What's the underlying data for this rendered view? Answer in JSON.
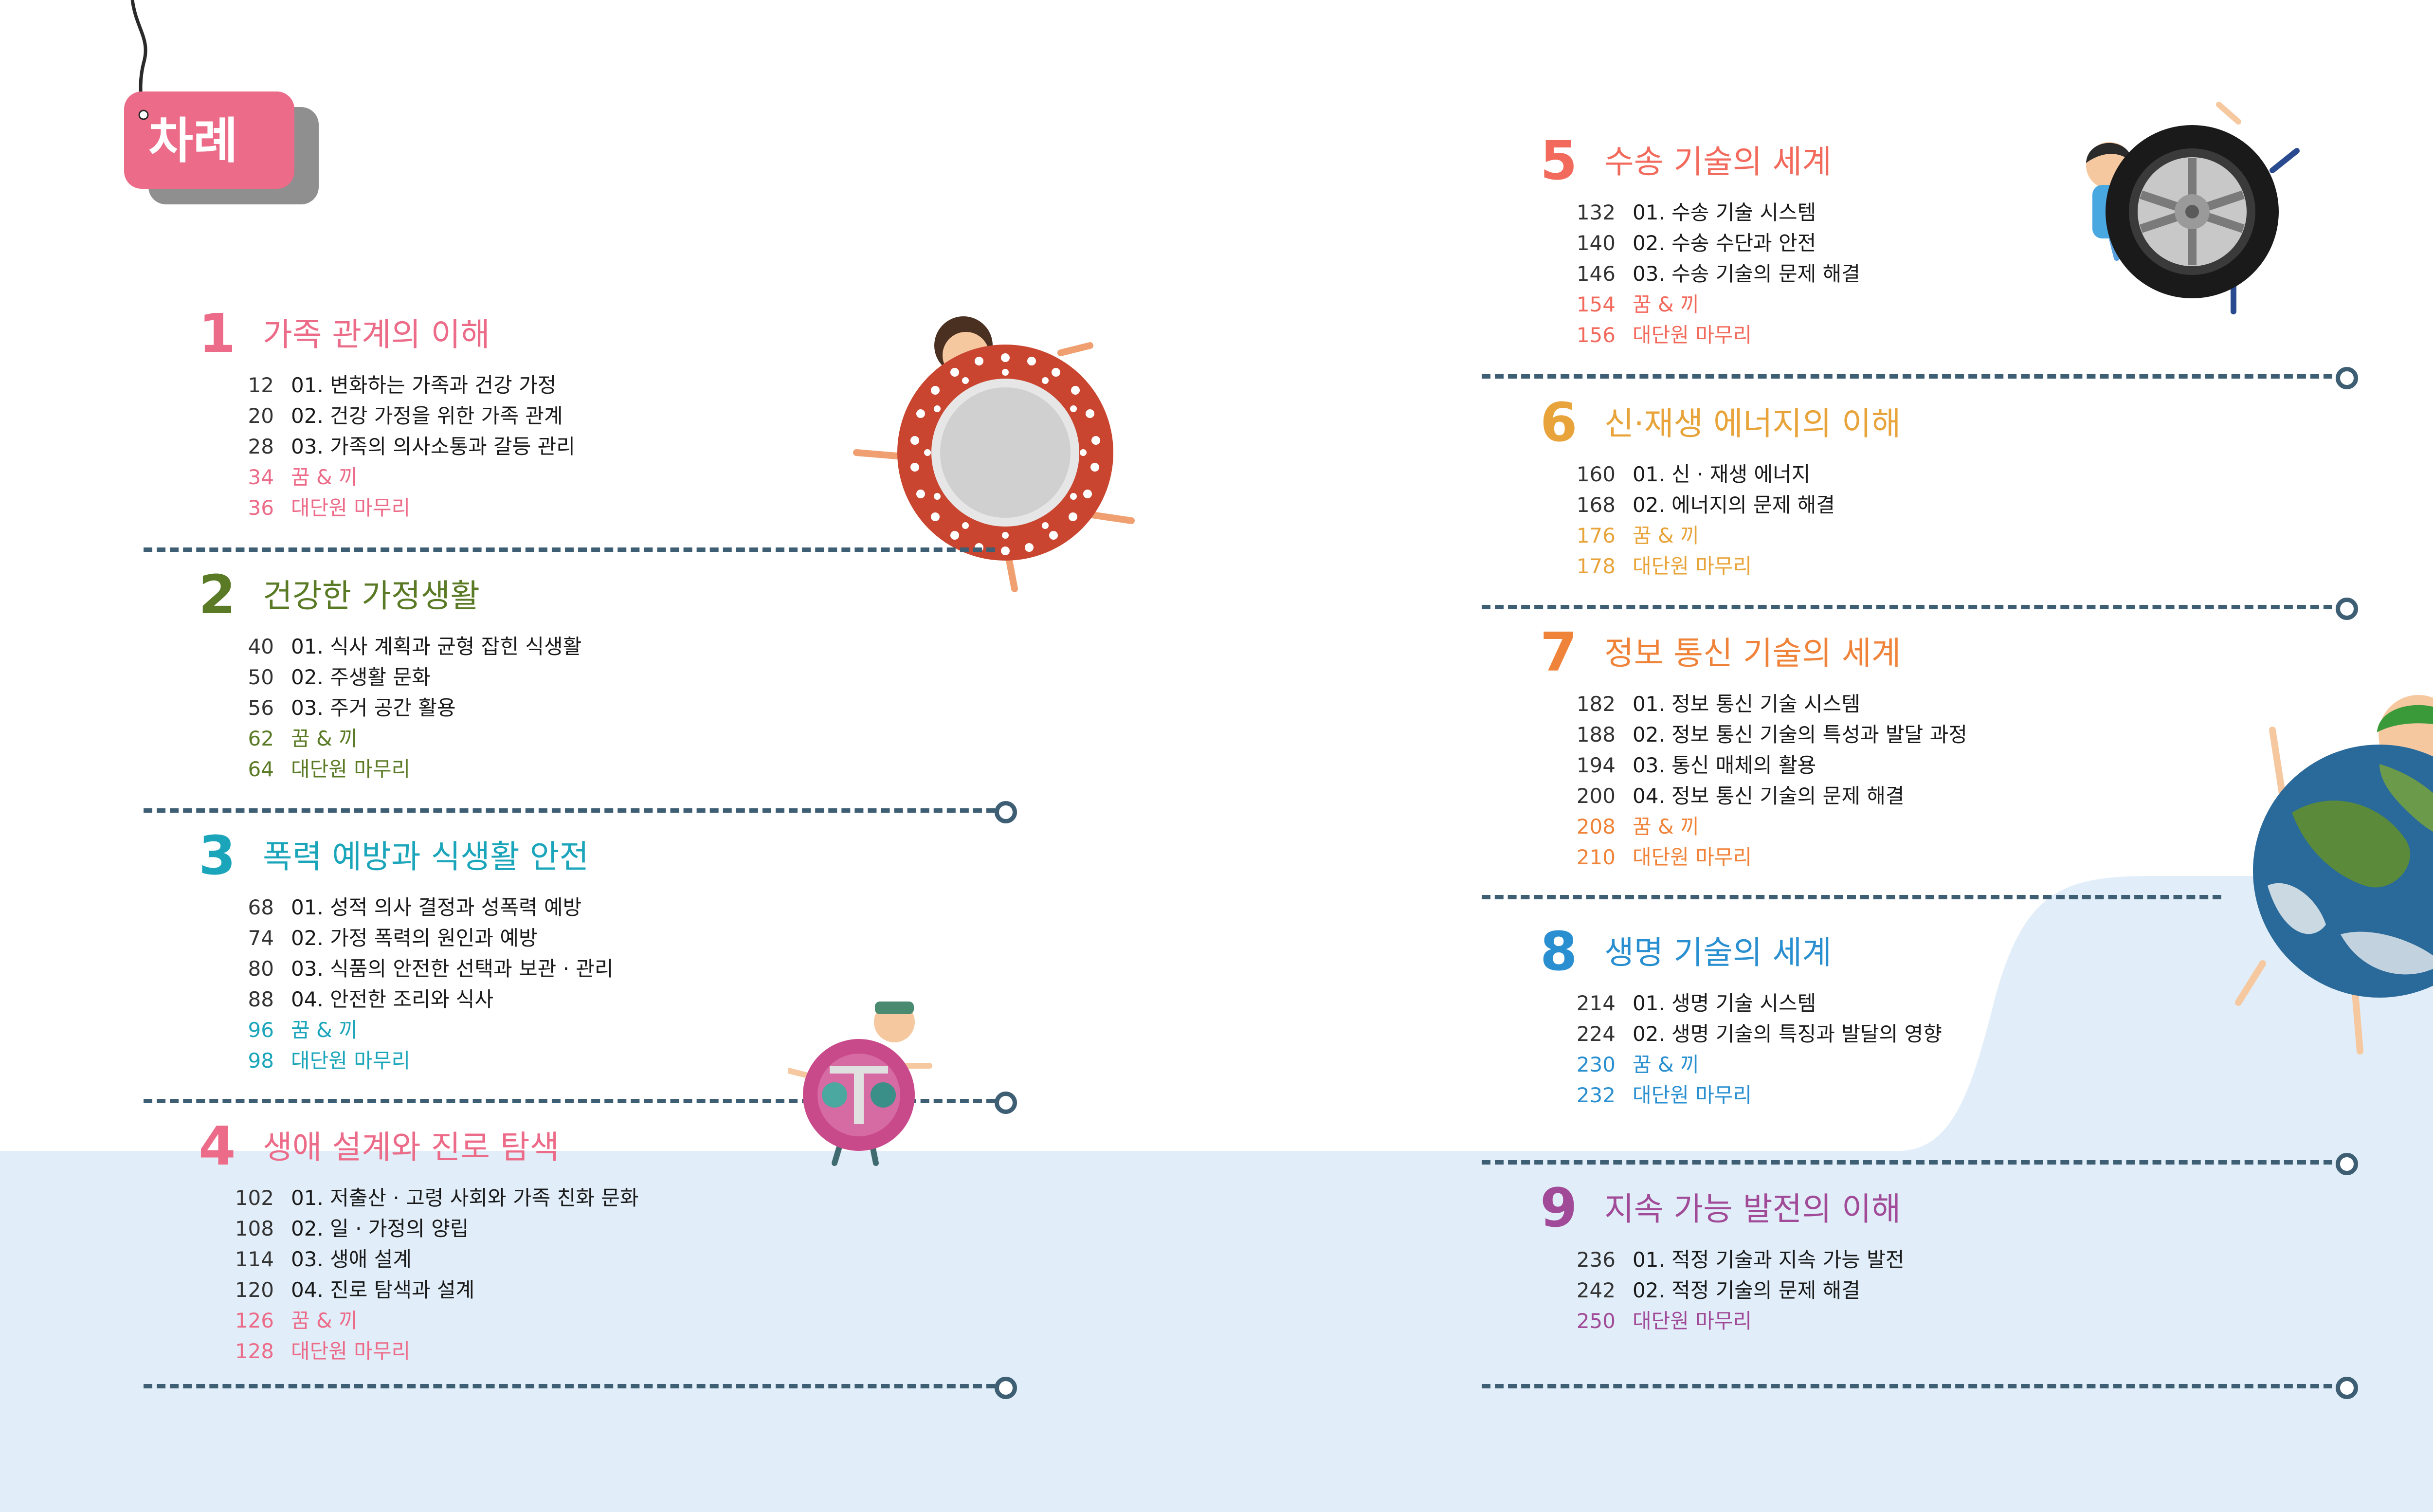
{
  "toc_title": "차례",
  "colors": {
    "pink": "#ec6b88",
    "green": "#5a7a25",
    "teal": "#1aa5ba",
    "orange_red": "#f26a5c",
    "gold": "#e8a43a",
    "orange": "#f0833a",
    "blue": "#2a8fd0",
    "purple": "#a04a98",
    "divider": "#3e5e74",
    "light_blue_bg": "#e1eef9"
  },
  "sections": [
    {
      "number": "1",
      "title": "가족 관계의 이해",
      "color": "#ec6b88",
      "items": [
        {
          "page": "12",
          "label": "01. 변화하는 가족과 건강 가정",
          "special": false
        },
        {
          "page": "20",
          "label": "02. 건강 가정을 위한 가족 관계",
          "special": false
        },
        {
          "page": "28",
          "label": "03. 가족의 의사소통과 갈등 관리",
          "special": false
        },
        {
          "page": "34",
          "label": "꿈 & 끼",
          "special": true
        },
        {
          "page": "36",
          "label": "대단원 마무리",
          "special": true
        }
      ]
    },
    {
      "number": "2",
      "title": "건강한 가정생활",
      "color": "#5a7a25",
      "items": [
        {
          "page": "40",
          "label": "01. 식사 계획과 균형 잡힌 식생활",
          "special": false
        },
        {
          "page": "50",
          "label": "02. 주생활 문화",
          "special": false
        },
        {
          "page": "56",
          "label": "03. 주거 공간 활용",
          "special": false
        },
        {
          "page": "62",
          "label": "꿈 & 끼",
          "special": true
        },
        {
          "page": "64",
          "label": "대단원 마무리",
          "special": true
        }
      ]
    },
    {
      "number": "3",
      "title": "폭력 예방과 식생활 안전",
      "color": "#1aa5ba",
      "items": [
        {
          "page": "68",
          "label": "01. 성적 의사 결정과 성폭력 예방",
          "special": false
        },
        {
          "page": "74",
          "label": "02. 가정 폭력의 원인과 예방",
          "special": false
        },
        {
          "page": "80",
          "label": "03. 식품의 안전한 선택과 보관 · 관리",
          "special": false
        },
        {
          "page": "88",
          "label": "04. 안전한 조리와 식사",
          "special": false
        },
        {
          "page": "96",
          "label": "꿈 & 끼",
          "special": true
        },
        {
          "page": "98",
          "label": "대단원 마무리",
          "special": true
        }
      ]
    },
    {
      "number": "4",
      "title": "생애 설계와 진로 탐색",
      "color": "#ec6b88",
      "items": [
        {
          "page": "102",
          "label": "01. 저출산 · 고령 사회와 가족 친화 문화",
          "special": false
        },
        {
          "page": "108",
          "label": "02. 일 · 가정의 양립",
          "special": false
        },
        {
          "page": "114",
          "label": "03. 생애 설계",
          "special": false
        },
        {
          "page": "120",
          "label": "04. 진로 탐색과 설계",
          "special": false
        },
        {
          "page": "126",
          "label": "꿈 & 끼",
          "special": true
        },
        {
          "page": "128",
          "label": "대단원 마무리",
          "special": true
        }
      ]
    },
    {
      "number": "5",
      "title": "수송 기술의 세계",
      "color": "#f26a5c",
      "items": [
        {
          "page": "132",
          "label": "01. 수송 기술 시스템",
          "special": false
        },
        {
          "page": "140",
          "label": "02. 수송 수단과 안전",
          "special": false
        },
        {
          "page": "146",
          "label": "03. 수송 기술의 문제 해결",
          "special": false
        },
        {
          "page": "154",
          "label": "꿈 & 끼",
          "special": true
        },
        {
          "page": "156",
          "label": "대단원 마무리",
          "special": true
        }
      ]
    },
    {
      "number": "6",
      "title": "신·재생 에너지의 이해",
      "color": "#e8a43a",
      "items": [
        {
          "page": "160",
          "label": "01. 신 · 재생 에너지",
          "special": false
        },
        {
          "page": "168",
          "label": "02. 에너지의 문제 해결",
          "special": false
        },
        {
          "page": "176",
          "label": "꿈 & 끼",
          "special": true
        },
        {
          "page": "178",
          "label": "대단원 마무리",
          "special": true
        }
      ]
    },
    {
      "number": "7",
      "title": "정보 통신 기술의 세계",
      "color": "#f0833a",
      "items": [
        {
          "page": "182",
          "label": "01. 정보 통신 기술 시스템",
          "special": false
        },
        {
          "page": "188",
          "label": "02. 정보 통신 기술의 특성과 발달 과정",
          "special": false
        },
        {
          "page": "194",
          "label": "03. 통신 매체의 활용",
          "special": false
        },
        {
          "page": "200",
          "label": "04. 정보 통신 기술의 문제 해결",
          "special": false
        },
        {
          "page": "208",
          "label": "꿈 & 끼",
          "special": true
        },
        {
          "page": "210",
          "label": "대단원 마무리",
          "special": true
        }
      ]
    },
    {
      "number": "8",
      "title": "생명 기술의 세계",
      "color": "#2a8fd0",
      "items": [
        {
          "page": "214",
          "label": "01. 생명 기술 시스템",
          "special": false
        },
        {
          "page": "224",
          "label": "02. 생명 기술의 특징과 발달의 영향",
          "special": false
        },
        {
          "page": "230",
          "label": "꿈 & 끼",
          "special": true
        },
        {
          "page": "232",
          "label": "대단원 마무리",
          "special": true
        }
      ]
    },
    {
      "number": "9",
      "title": "지속 가능 발전의 이해",
      "color": "#a04a98",
      "items": [
        {
          "page": "236",
          "label": "01. 적정 기술과 지속 가능 발전",
          "special": false
        },
        {
          "page": "242",
          "label": "02. 적정 기술의 문제 해결",
          "special": false
        },
        {
          "page": "250",
          "label": "대단원 마무리",
          "special": true
        }
      ]
    }
  ]
}
